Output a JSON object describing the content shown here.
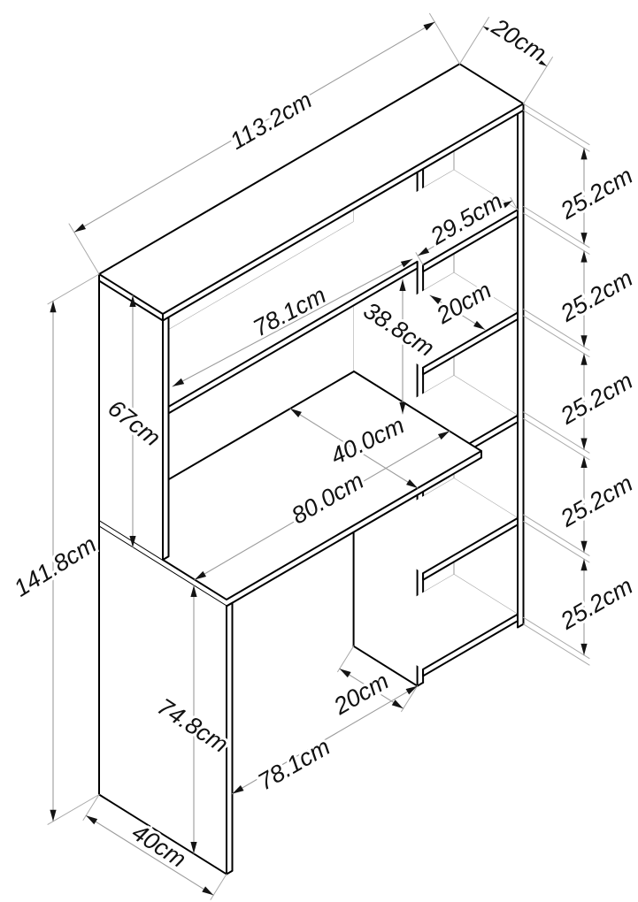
{
  "diagram": {
    "type": "isometric-furniture-dimension-drawing",
    "unit": "cm",
    "colors": {
      "background": "#ffffff",
      "outline": "#000000",
      "hidden_edge": "#a9a9a9",
      "dimension_line": "#9c9c9c",
      "label_text": "#111111"
    },
    "dimensions": {
      "total_width": "113.2cm",
      "top_depth": "20cm",
      "shelf_spacings": [
        "25.2cm",
        "25.2cm",
        "25.2cm",
        "25.2cm",
        "25.2cm"
      ],
      "cubby_inner_width": "29.5cm",
      "cubby_depth": "20cm",
      "hutch_inner_width": "78.1cm",
      "hutch_clearance_height": "38.8cm",
      "hutch_height": "67cm",
      "desk_depth": "40.0cm",
      "desk_width": "80.0cm",
      "total_height": "141.8cm",
      "base_panel_height": "74.8cm",
      "support_depth": "20cm",
      "base_inner_width": "78.1cm",
      "base_panel_depth": "40cm"
    }
  }
}
